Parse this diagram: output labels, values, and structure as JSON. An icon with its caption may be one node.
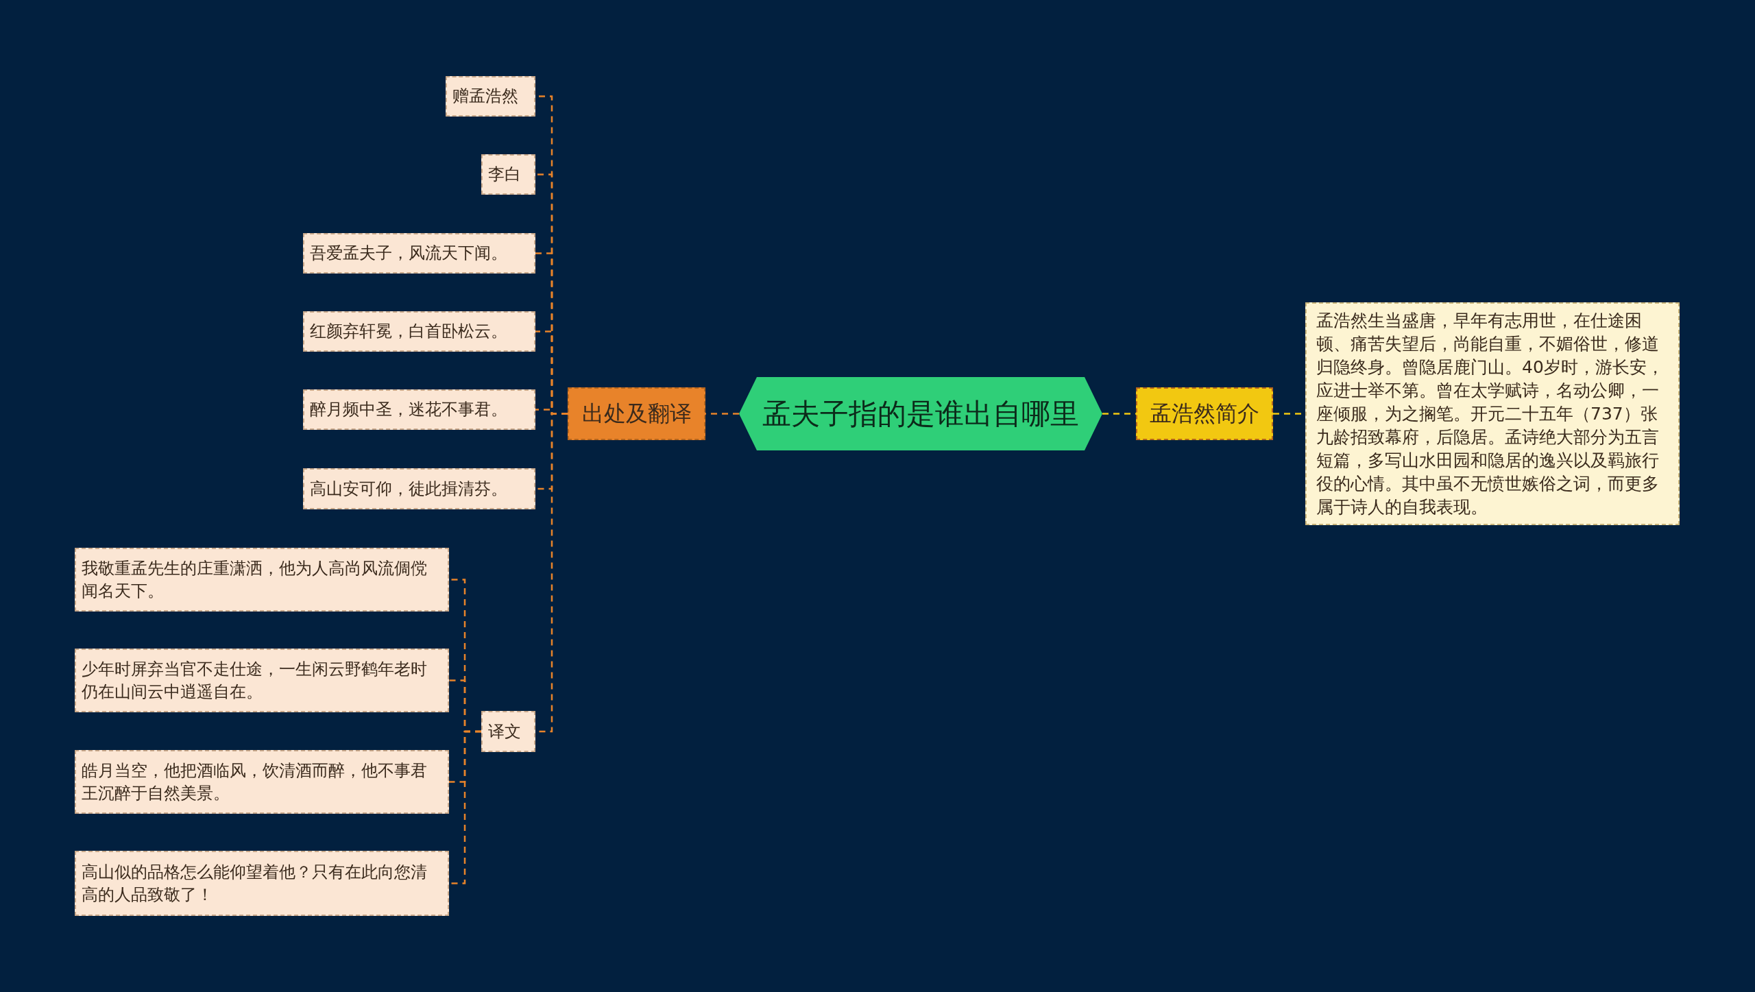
{
  "diagram": {
    "nodes": [
      {
        "text": [
          "孟夫子指的是谁出自哪里"
        ]
      },
      {
        "text": [
          "出处及翻译"
        ]
      },
      {
        "text": [
          "赠孟浩然"
        ]
      },
      {
        "text": [
          "李白"
        ]
      },
      {
        "text": [
          "吾爱孟夫子，风流天下闻。"
        ]
      },
      {
        "text": [
          "红颜弃轩冕，白首卧松云。"
        ]
      },
      {
        "text": [
          "醉月频中圣，迷花不事君。"
        ]
      },
      {
        "text": [
          "高山安可仰，徒此揖清芬。"
        ]
      },
      {
        "text": [
          "译文"
        ]
      },
      {
        "text": [
          "我敬重孟先生的庄重潇洒，他为人高尚风流倜傥闻名天下。"
        ]
      },
      {
        "text": [
          "少年时屏弃当官不走仕途，一生闲云野鹤年老时仍在山间云中逍遥自在。"
        ]
      },
      {
        "text": [
          "皓月当空，他把酒临风，饮清酒而醉，他不事君王沉醉于自然美景。"
        ]
      },
      {
        "text": [
          "高山似的品格怎么能仰望着他？只有在此向您清高的人品致敬了！"
        ]
      },
      {
        "text": [
          "孟浩然简介"
        ]
      },
      {
        "text": [
          "孟浩然生当盛唐，早年有志用世，在仕途困顿、痛苦失望后，尚能自重，不媚俗世，修道归隐终身。曾隐居鹿门山。40岁时，游长安，应进士举不第。曾在太学赋诗，名动公卿，一座倾服，为之搁笔。开元二十五年（737）张九龄招致幕府，后隐居。孟诗绝大部分为五言短篇，多写山水田园和隐居的逸兴以及羁旅行役的心情。其中虽不无愤世嫉俗之词，而更多属于诗人的自我表现。"
        ]
      }
    ],
    "edges": [
      {
        "from": 0,
        "to": 1,
        "arrow": "none"
      },
      {
        "from": 1,
        "to": 2,
        "arrow": "none"
      },
      {
        "from": 1,
        "to": 3,
        "arrow": "none"
      },
      {
        "from": 1,
        "to": 4,
        "arrow": "none"
      },
      {
        "from": 1,
        "to": 5,
        "arrow": "none"
      },
      {
        "from": 1,
        "to": 6,
        "arrow": "none"
      },
      {
        "from": 1,
        "to": 7,
        "arrow": "none"
      },
      {
        "from": 1,
        "to": 8,
        "arrow": "none"
      },
      {
        "from": 8,
        "to": 9,
        "arrow": "none"
      },
      {
        "from": 8,
        "to": 10,
        "arrow": "none"
      },
      {
        "from": 8,
        "to": 11,
        "arrow": "none"
      },
      {
        "from": 8,
        "to": 12,
        "arrow": "none"
      },
      {
        "from": 0,
        "to": 13,
        "arrow": "none",
        "color": "#f2c811"
      },
      {
        "from": 13,
        "to": 14,
        "arrow": "none",
        "color": "#f2c811"
      }
    ]
  }
}
